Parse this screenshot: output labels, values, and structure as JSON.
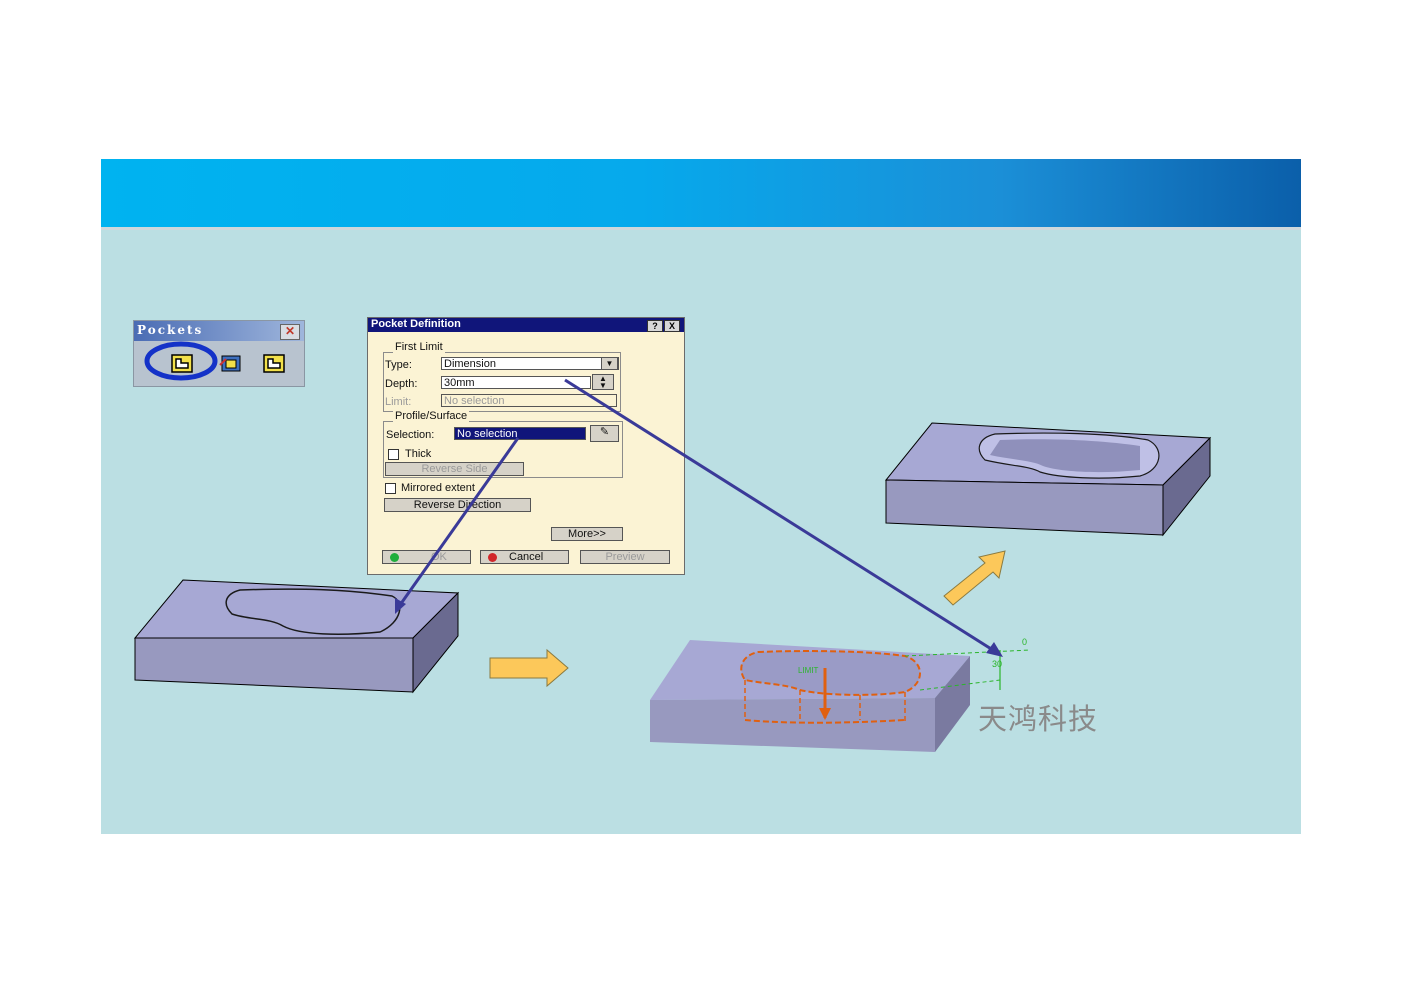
{
  "toolbar": {
    "title": "Pockets",
    "close_icon": "close-icon",
    "buttons": [
      "pocket-icon",
      "drafted-filleted-pocket-icon",
      "multi-pocket-icon"
    ]
  },
  "dialog": {
    "title": "Pocket Definition",
    "help_icon": "?",
    "close_icon": "X",
    "first_limit": {
      "group_label": "First Limit",
      "type_label": "Type:",
      "type_value": "Dimension",
      "depth_label": "Depth:",
      "depth_value": "30mm",
      "limit_label": "Limit:",
      "limit_value": "No selection"
    },
    "profile": {
      "group_label": "Profile/Surface",
      "selection_label": "Selection:",
      "selection_value": "No selection",
      "thick_label": "Thick",
      "reverse_side_label": "Reverse Side"
    },
    "mirrored_label": "Mirrored extent",
    "reverse_direction_label": "Reverse Direction",
    "more_label": "More>>",
    "ok_label": "OK",
    "cancel_label": "Cancel",
    "preview_label": "Preview"
  },
  "annotations": {
    "limit_label": "LIMIT",
    "depth_dim": "30",
    "zero_dim": "0"
  },
  "watermark": "天鸿科技",
  "colors": {
    "banner": "#06a9ec",
    "slide_bg": "#bbdfe3",
    "arrow": "#3a3a98",
    "flow_arrow": "#fcc85a",
    "part_top": "#a7a8d4",
    "part_side": "#9697bd"
  }
}
